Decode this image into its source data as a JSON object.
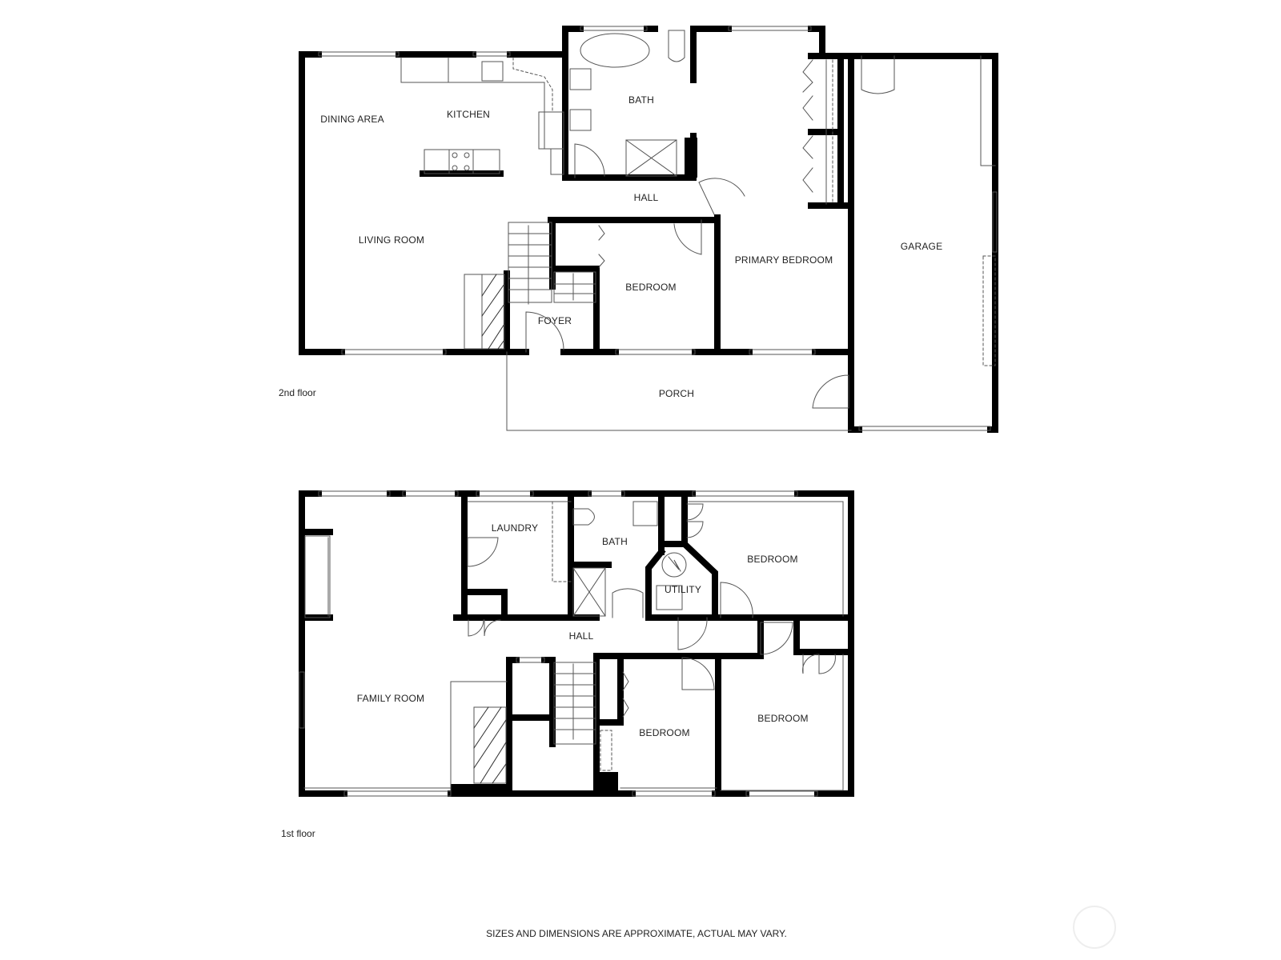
{
  "floors": [
    {
      "name": "2nd floor",
      "rooms": [
        {
          "label": "DINING AREA"
        },
        {
          "label": "KITCHEN"
        },
        {
          "label": "BATH"
        },
        {
          "label": "HALL"
        },
        {
          "label": "LIVING ROOM"
        },
        {
          "label": "PRIMARY BEDROOM"
        },
        {
          "label": "GARAGE"
        },
        {
          "label": "BEDROOM"
        },
        {
          "label": "FOYER"
        },
        {
          "label": "PORCH"
        }
      ]
    },
    {
      "name": "1st floor",
      "rooms": [
        {
          "label": "LAUNDRY"
        },
        {
          "label": "BATH"
        },
        {
          "label": "BEDROOM"
        },
        {
          "label": "UTILITY"
        },
        {
          "label": "HALL"
        },
        {
          "label": "FAMILY ROOM"
        },
        {
          "label": "BEDROOM"
        },
        {
          "label": "BEDROOM"
        }
      ]
    }
  ],
  "footer": {
    "disclaimer": "SIZES AND DIMENSIONS ARE APPROXIMATE, ACTUAL MAY VARY."
  },
  "colors": {
    "wall": "#000000",
    "line": "#555555",
    "background": "#ffffff"
  }
}
